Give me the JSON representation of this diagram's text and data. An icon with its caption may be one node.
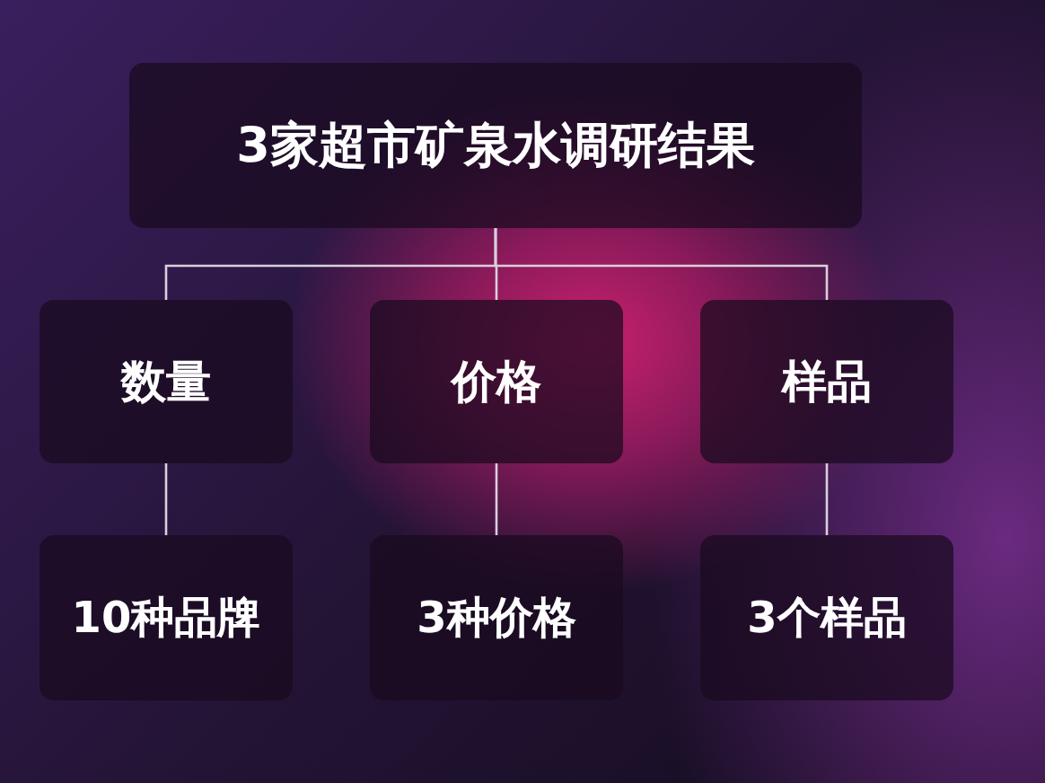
{
  "diagram": {
    "nodes": [
      {
        "text": [
          "3家超市矿泉水调研结果"
        ]
      },
      {
        "text": [
          "数量"
        ]
      },
      {
        "text": [
          "价格"
        ]
      },
      {
        "text": [
          "样品"
        ]
      },
      {
        "text": [
          "10种品牌"
        ]
      },
      {
        "text": [
          "3种价格"
        ]
      },
      {
        "text": [
          "3个样品"
        ]
      }
    ],
    "edges": [
      {
        "from": 0,
        "to": 1,
        "arrow": "none"
      },
      {
        "from": 0,
        "to": 2,
        "arrow": "none"
      },
      {
        "from": 0,
        "to": 3,
        "arrow": "none"
      },
      {
        "from": 1,
        "to": 4,
        "arrow": "none"
      },
      {
        "from": 2,
        "to": 5,
        "arrow": "none"
      },
      {
        "from": 3,
        "to": 6,
        "arrow": "none"
      }
    ]
  }
}
